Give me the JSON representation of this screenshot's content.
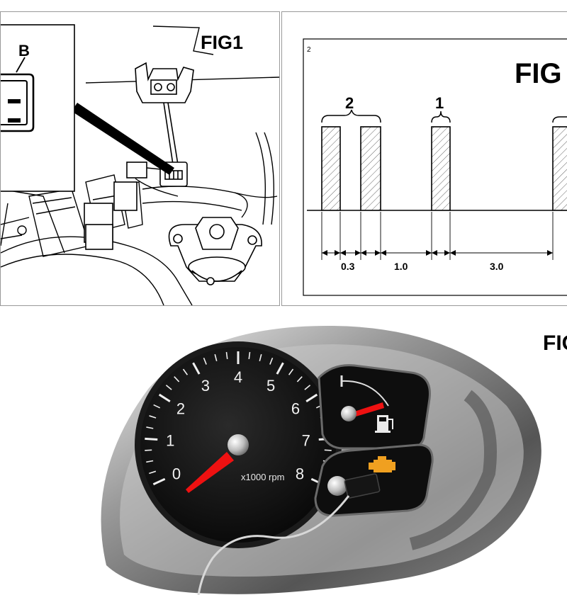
{
  "fig1": {
    "title": "FIG1",
    "connector_label": "B"
  },
  "fig2": {
    "title": "FIG",
    "corner_label": "2",
    "group_labels": [
      "2",
      "1"
    ],
    "durations": [
      "0.3",
      "1.0",
      "3.0"
    ]
  },
  "fig3": {
    "title": "FIG",
    "tach_ticks": [
      "0",
      "1",
      "2",
      "3",
      "4",
      "5",
      "6",
      "7",
      "8"
    ],
    "tach_unit": "x1000 rpm",
    "needle_color": "#ee1111",
    "check_engine_icon": "engine-warning-icon",
    "check_engine_color": "#f0a020",
    "fuel_icon": "fuel-pump-icon"
  }
}
